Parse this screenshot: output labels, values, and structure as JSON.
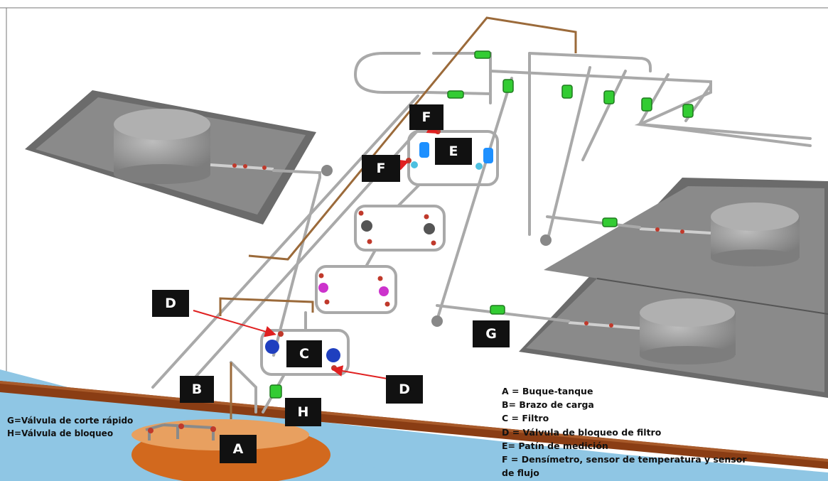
{
  "tags": {
    "A": "A",
    "B": "B",
    "C": "C",
    "D1": "D",
    "D2": "D",
    "E": "E",
    "F1": "F",
    "F2": "F",
    "G": "G",
    "H": "H"
  },
  "legend": [
    "A = Buque-tanque",
    "B= Brazo de carga",
    "C = Filtro",
    "D = Válvula de bloqueo de filtro",
    "E= Patín de medición",
    "F = Densímetro, sensor de temperatura y sensor",
    "de flujo"
  ],
  "left_legend": [
    "G=Válvula de corte rápido",
    "H=Válvula de bloqueo"
  ],
  "colors": {
    "water": "#8fc6e4",
    "pier": "#8a3d14",
    "ship": "#d2691e",
    "platform": "#6b6b6b",
    "tank": "#9a9a9a",
    "pipe": "#a9a9a9",
    "brown_line": "#9b6a3a",
    "valve_green": "#33cc33",
    "arrow": "#e02020"
  }
}
